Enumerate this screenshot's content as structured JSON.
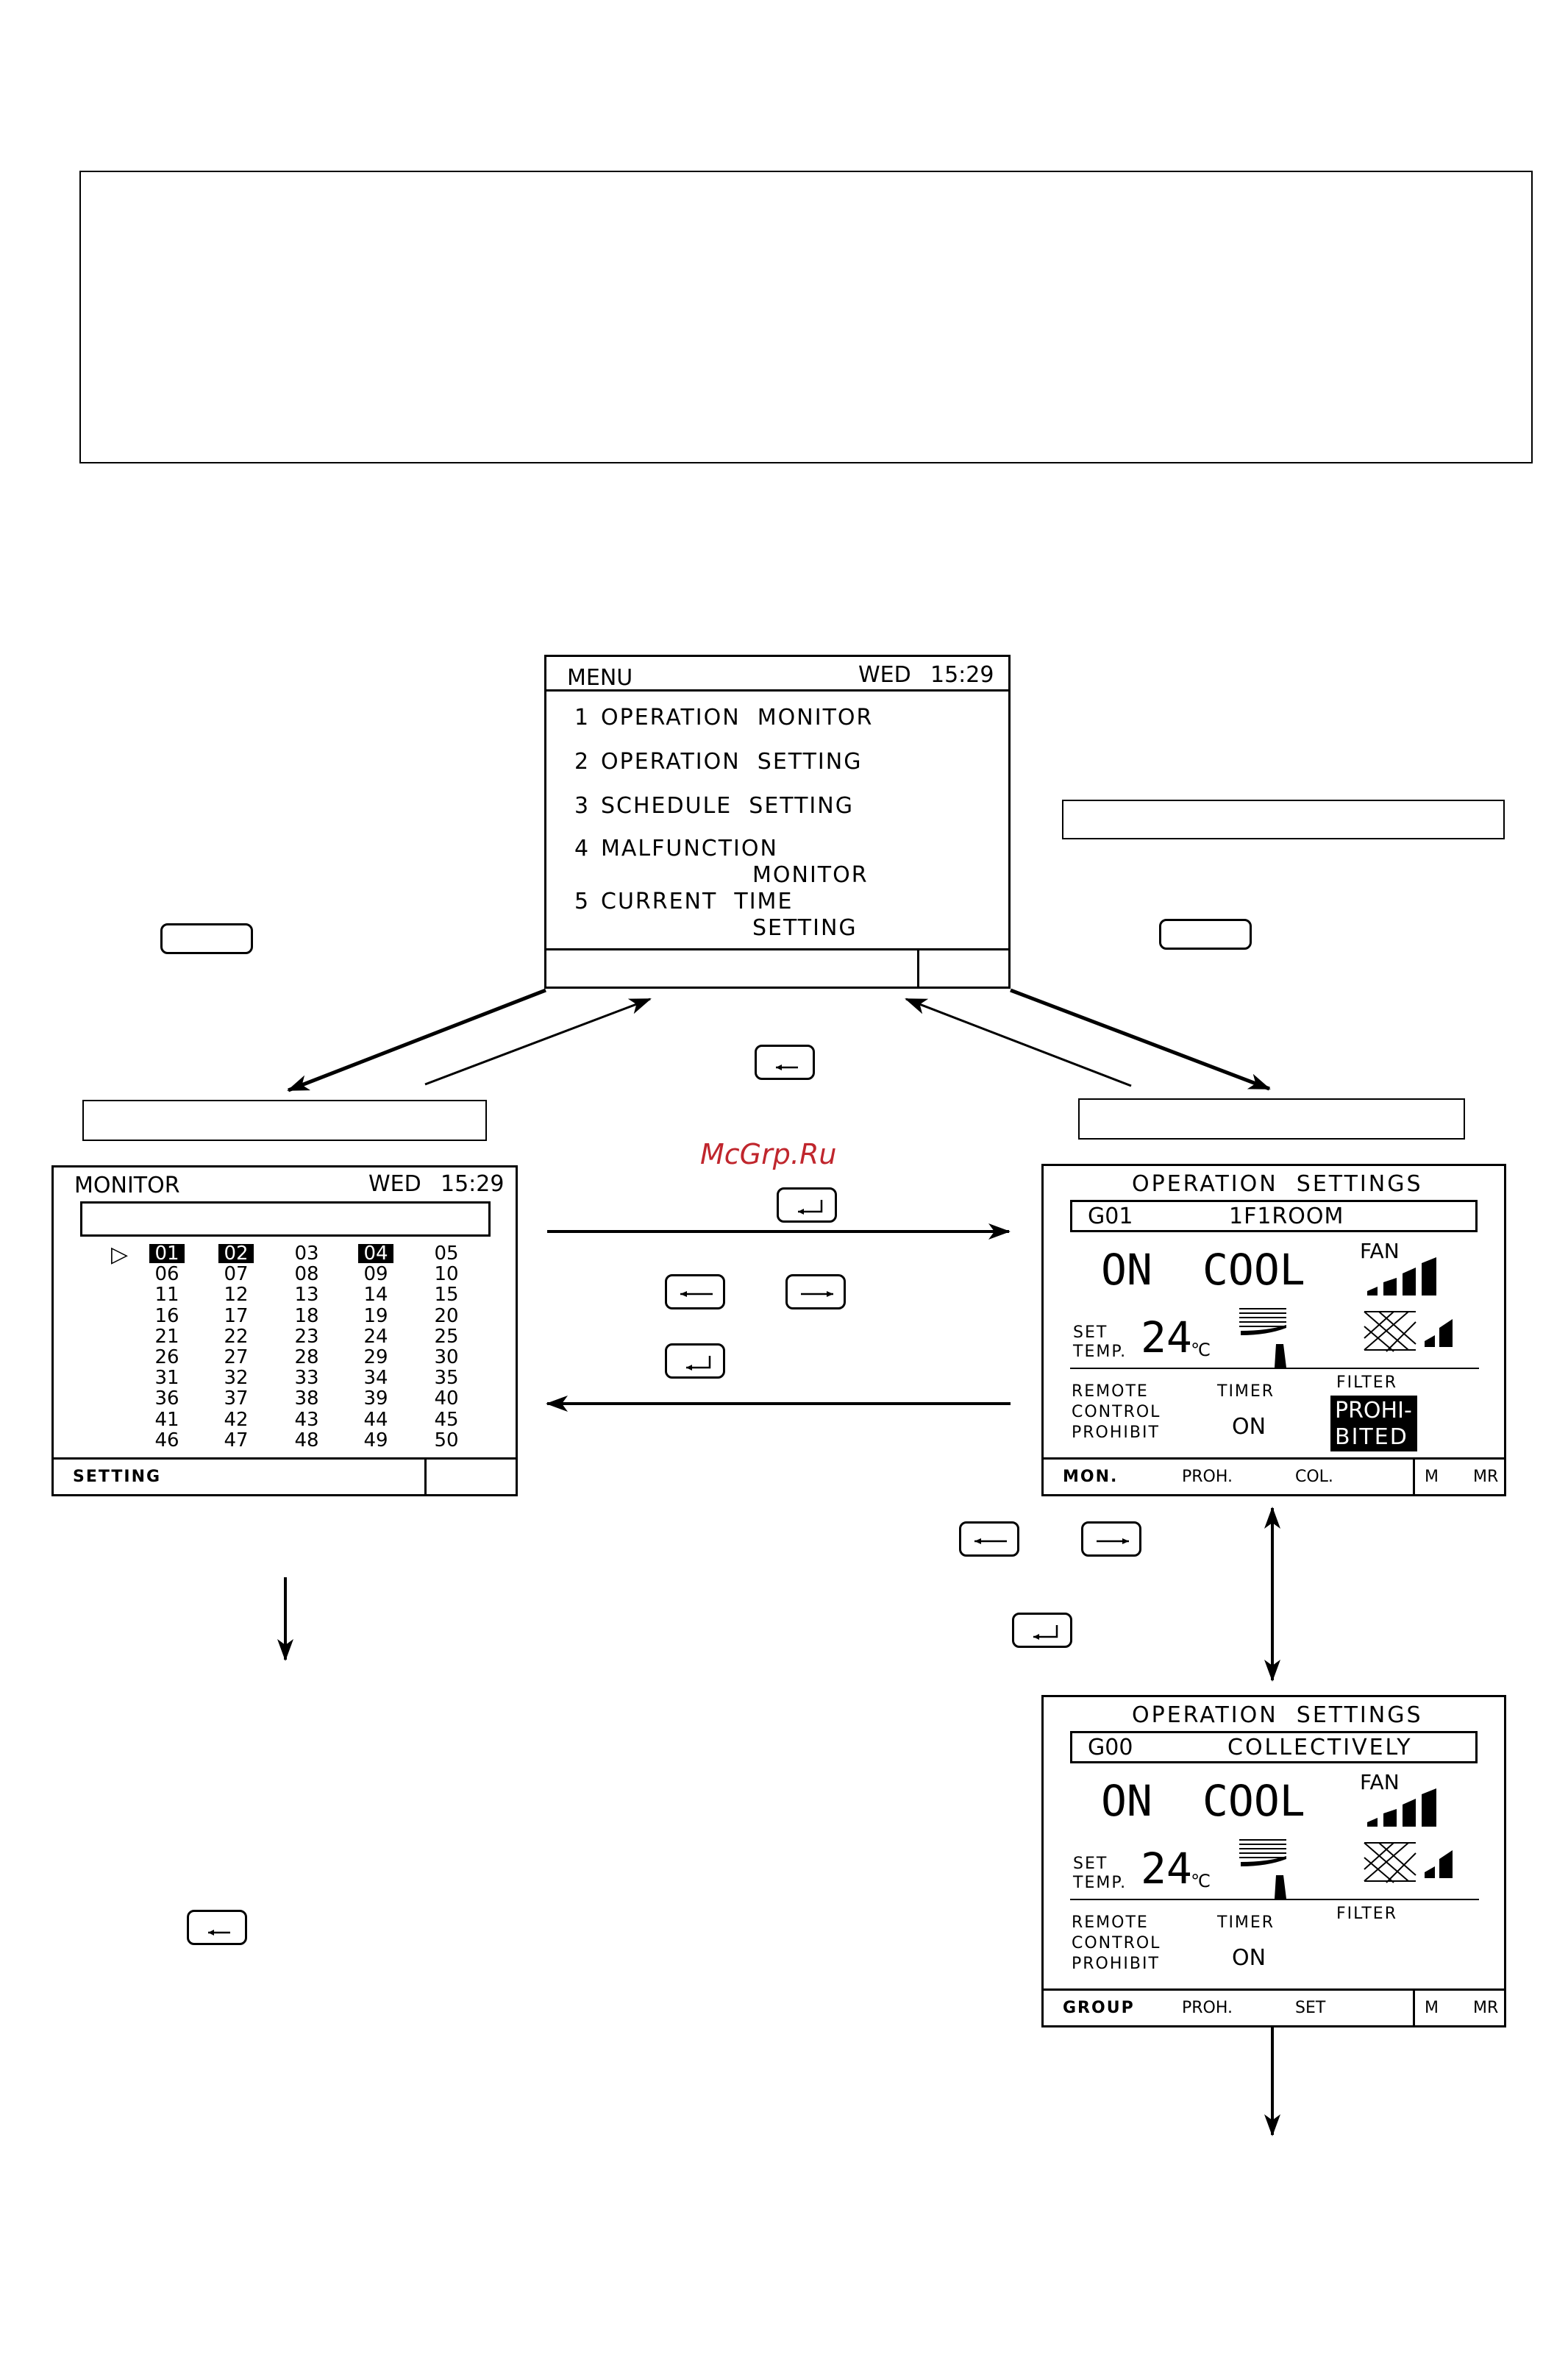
{
  "watermark": "McGrp.Ru",
  "menu_screen": {
    "title": "MENU",
    "day": "WED",
    "time": "15:29",
    "items": [
      {
        "num": "1",
        "label": "OPERATION  MONITOR",
        "label2": ""
      },
      {
        "num": "2",
        "label": "OPERATION  SETTING",
        "label2": ""
      },
      {
        "num": "3",
        "label": "SCHEDULE  SETTING",
        "label2": ""
      },
      {
        "num": "4",
        "label": "MALFUNCTION",
        "label2": "MONITOR"
      },
      {
        "num": "5",
        "label": "CURRENT  TIME",
        "label2": "SETTING"
      }
    ]
  },
  "monitor_screen": {
    "title": "MONITOR",
    "day": "WED",
    "time": "15:29",
    "cursor": "▷",
    "numbers": [
      "01",
      "02",
      "03",
      "04",
      "05",
      "06",
      "07",
      "08",
      "09",
      "10",
      "11",
      "12",
      "13",
      "14",
      "15",
      "16",
      "17",
      "18",
      "19",
      "20",
      "21",
      "22",
      "23",
      "24",
      "25",
      "26",
      "27",
      "28",
      "29",
      "30",
      "31",
      "32",
      "33",
      "34",
      "35",
      "36",
      "37",
      "38",
      "39",
      "40",
      "41",
      "42",
      "43",
      "44",
      "45",
      "46",
      "47",
      "48",
      "49",
      "50"
    ],
    "highlighted": [
      "01",
      "02",
      "04"
    ],
    "footer_left": "SETTING"
  },
  "op_settings_1": {
    "title": "OPERATION  SETTINGS",
    "group": "G01",
    "group_name": "1F1ROOM",
    "status": "ON",
    "mode": "COOL",
    "fan_label": "FAN",
    "set_label_1": "SET",
    "set_label_2": "TEMP.",
    "temp": "24",
    "unit": "℃",
    "remote_1": "REMOTE",
    "remote_2": "CONTROL",
    "remote_3": "PROHIBIT",
    "timer_label": "TIMER",
    "timer_value": "ON",
    "filter_label": "FILTER",
    "prohibited_1": "PROHI-",
    "prohibited_2": "BITED",
    "footer": [
      "MON.",
      "PROH.",
      "COL.",
      "M",
      "MR"
    ]
  },
  "op_settings_2": {
    "title": "OPERATION  SETTINGS",
    "group": "G00",
    "group_name": "COLLECTIVELY",
    "status": "ON",
    "mode": "COOL",
    "fan_label": "FAN",
    "set_label_1": "SET",
    "set_label_2": "TEMP.",
    "temp": "24",
    "unit": "℃",
    "remote_1": "REMOTE",
    "remote_2": "CONTROL",
    "remote_3": "PROHIBIT",
    "timer_label": "TIMER",
    "timer_value": "ON",
    "filter_label": "FILTER",
    "footer": [
      "GROUP",
      "PROH.",
      "SET",
      "M",
      "MR"
    ]
  },
  "icons": [
    "enter-key-icon",
    "back-key-icon",
    "left-arrow-key-icon",
    "right-arrow-key-icon",
    "fan-bars-icon",
    "louver-icon",
    "filter-icon"
  ]
}
